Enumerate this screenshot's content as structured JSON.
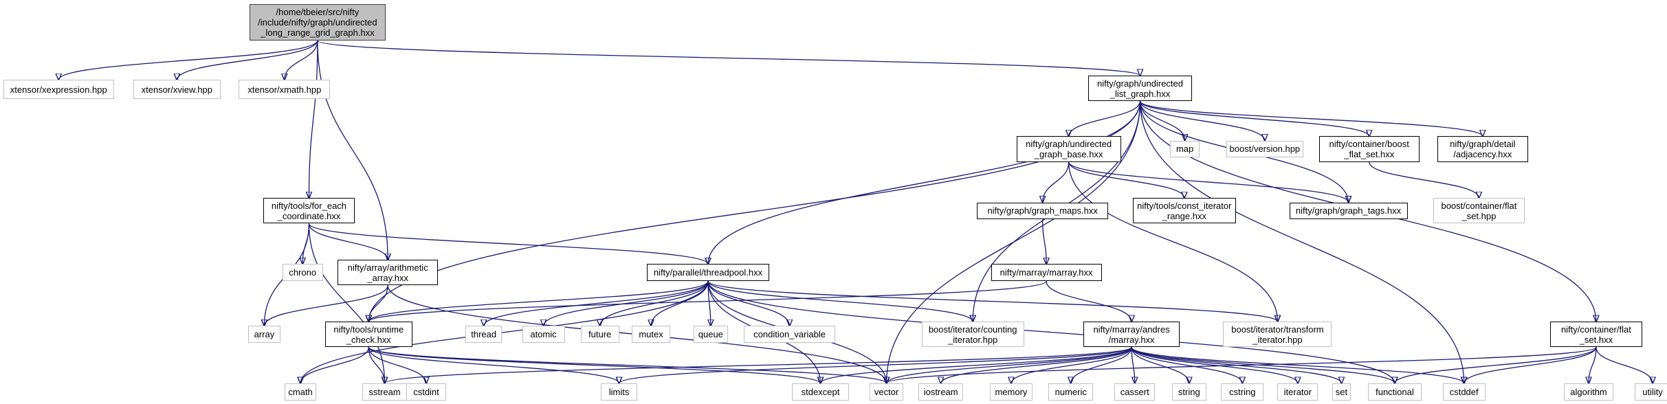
{
  "graph": {
    "edge_color": "#191970",
    "root_fill": "#bfbfbf",
    "nodes": [
      {
        "id": "root",
        "label": "/home/tbeier/src/nifty\n/include/nifty/graph/undirected\n_long_range_grid_graph.hxx",
        "style": "root"
      },
      {
        "id": "xexpr",
        "label": "xtensor/xexpression.hpp",
        "style": "weak"
      },
      {
        "id": "xview",
        "label": "xtensor/xview.hpp",
        "style": "weak"
      },
      {
        "id": "xmath",
        "label": "xtensor/xmath.hpp",
        "style": "weak"
      },
      {
        "id": "ulg",
        "label": "nifty/graph/undirected\n_list_graph.hxx",
        "style": "strong"
      },
      {
        "id": "ugb",
        "label": "nifty/graph/undirected\n_graph_base.hxx",
        "style": "strong"
      },
      {
        "id": "map",
        "label": "map",
        "style": "weak"
      },
      {
        "id": "bver",
        "label": "boost/version.hpp",
        "style": "weak"
      },
      {
        "id": "cbfs",
        "label": "nifty/container/boost\n_flat_set.hxx",
        "style": "strong"
      },
      {
        "id": "adj",
        "label": "nifty/graph/detail\n/adjacency.hxx",
        "style": "strong"
      },
      {
        "id": "gmaps",
        "label": "nifty/graph/graph_maps.hxx",
        "style": "strong"
      },
      {
        "id": "cir",
        "label": "nifty/tools/const_iterator\n_range.hxx",
        "style": "strong"
      },
      {
        "id": "gtags",
        "label": "nifty/graph/graph_tags.hxx",
        "style": "strong"
      },
      {
        "id": "bcfs",
        "label": "boost/container/flat\n_set.hpp",
        "style": "weak"
      },
      {
        "id": "fec",
        "label": "nifty/tools/for_each\n_coordinate.hxx",
        "style": "strong"
      },
      {
        "id": "chrono",
        "label": "chrono",
        "style": "weak"
      },
      {
        "id": "arith",
        "label": "nifty/array/arithmetic\n_array.hxx",
        "style": "strong"
      },
      {
        "id": "tp",
        "label": "nifty/parallel/threadpool.hxx",
        "style": "strong"
      },
      {
        "id": "marray",
        "label": "nifty/marray/marray.hxx",
        "style": "strong"
      },
      {
        "id": "array",
        "label": "array",
        "style": "weak"
      },
      {
        "id": "rc",
        "label": "nifty/tools/runtime\n_check.hxx",
        "style": "strong"
      },
      {
        "id": "thread",
        "label": "thread",
        "style": "weak"
      },
      {
        "id": "atomic",
        "label": "atomic",
        "style": "weak"
      },
      {
        "id": "future",
        "label": "future",
        "style": "weak"
      },
      {
        "id": "mutex",
        "label": "mutex",
        "style": "weak"
      },
      {
        "id": "queue",
        "label": "queue",
        "style": "weak"
      },
      {
        "id": "condvar",
        "label": "condition_variable",
        "style": "weak"
      },
      {
        "id": "bci",
        "label": "boost/iterator/counting\n_iterator.hpp",
        "style": "weak"
      },
      {
        "id": "andres",
        "label": "nifty/marray/andres\n/marray.hxx",
        "style": "strong"
      },
      {
        "id": "bti",
        "label": "boost/iterator/transform\n_iterator.hpp",
        "style": "weak"
      },
      {
        "id": "cfs",
        "label": "nifty/container/flat\n_set.hxx",
        "style": "strong"
      },
      {
        "id": "cmath",
        "label": "cmath",
        "style": "weak"
      },
      {
        "id": "sstream",
        "label": "sstream",
        "style": "weak"
      },
      {
        "id": "cstdint",
        "label": "cstdint",
        "style": "weak"
      },
      {
        "id": "limits",
        "label": "limits",
        "style": "weak"
      },
      {
        "id": "stdexcept",
        "label": "stdexcept",
        "style": "weak"
      },
      {
        "id": "vector",
        "label": "vector",
        "style": "weak"
      },
      {
        "id": "iostream",
        "label": "iostream",
        "style": "weak"
      },
      {
        "id": "memory",
        "label": "memory",
        "style": "weak"
      },
      {
        "id": "numeric",
        "label": "numeric",
        "style": "weak"
      },
      {
        "id": "cassert",
        "label": "cassert",
        "style": "weak"
      },
      {
        "id": "string",
        "label": "string",
        "style": "weak"
      },
      {
        "id": "cstring",
        "label": "cstring",
        "style": "weak"
      },
      {
        "id": "iterator",
        "label": "iterator",
        "style": "weak"
      },
      {
        "id": "set",
        "label": "set",
        "style": "weak"
      },
      {
        "id": "functional",
        "label": "functional",
        "style": "weak"
      },
      {
        "id": "cstddef",
        "label": "cstddef",
        "style": "weak"
      },
      {
        "id": "algorithm",
        "label": "algorithm",
        "style": "weak"
      },
      {
        "id": "utility",
        "label": "utility",
        "style": "weak"
      }
    ],
    "edges": [
      [
        "root",
        "xexpr"
      ],
      [
        "root",
        "xview"
      ],
      [
        "root",
        "xmath"
      ],
      [
        "root",
        "ulg"
      ],
      [
        "root",
        "fec"
      ],
      [
        "root",
        "arith"
      ],
      [
        "ulg",
        "ugb"
      ],
      [
        "ulg",
        "map"
      ],
      [
        "ulg",
        "bver"
      ],
      [
        "ulg",
        "cbfs"
      ],
      [
        "ulg",
        "adj"
      ],
      [
        "ulg",
        "gtags"
      ],
      [
        "ulg",
        "tp"
      ],
      [
        "ulg",
        "rc"
      ],
      [
        "ulg",
        "bci"
      ],
      [
        "ulg",
        "vector"
      ],
      [
        "ulg",
        "cstddef"
      ],
      [
        "ulg",
        "cfs"
      ],
      [
        "ugb",
        "gmaps"
      ],
      [
        "ugb",
        "cir"
      ],
      [
        "ugb",
        "gtags"
      ],
      [
        "ugb",
        "bti"
      ],
      [
        "cbfs",
        "bcfs"
      ],
      [
        "gmaps",
        "marray"
      ],
      [
        "fec",
        "chrono"
      ],
      [
        "fec",
        "array"
      ],
      [
        "fec",
        "arith"
      ],
      [
        "fec",
        "tp"
      ],
      [
        "fec",
        "sstream"
      ],
      [
        "arith",
        "array"
      ],
      [
        "arith",
        "rc"
      ],
      [
        "arith",
        "vector"
      ],
      [
        "tp",
        "rc"
      ],
      [
        "tp",
        "cmath"
      ],
      [
        "tp",
        "thread"
      ],
      [
        "tp",
        "atomic"
      ],
      [
        "tp",
        "future"
      ],
      [
        "tp",
        "mutex"
      ],
      [
        "tp",
        "queue"
      ],
      [
        "tp",
        "condvar"
      ],
      [
        "tp",
        "bci"
      ],
      [
        "tp",
        "bti"
      ],
      [
        "tp",
        "stdexcept"
      ],
      [
        "tp",
        "vector"
      ],
      [
        "tp",
        "functional"
      ],
      [
        "marray",
        "andres"
      ],
      [
        "marray",
        "rc"
      ],
      [
        "rc",
        "cmath"
      ],
      [
        "rc",
        "sstream"
      ],
      [
        "rc",
        "cstdint"
      ],
      [
        "rc",
        "limits"
      ],
      [
        "rc",
        "stdexcept"
      ],
      [
        "rc",
        "vector"
      ],
      [
        "andres",
        "sstream"
      ],
      [
        "andres",
        "limits"
      ],
      [
        "andres",
        "stdexcept"
      ],
      [
        "andres",
        "vector"
      ],
      [
        "andres",
        "iostream"
      ],
      [
        "andres",
        "memory"
      ],
      [
        "andres",
        "numeric"
      ],
      [
        "andres",
        "cassert"
      ],
      [
        "andres",
        "string"
      ],
      [
        "andres",
        "cstring"
      ],
      [
        "andres",
        "iterator"
      ],
      [
        "andres",
        "set"
      ],
      [
        "andres",
        "functional"
      ],
      [
        "andres",
        "cstddef"
      ],
      [
        "cfs",
        "vector"
      ],
      [
        "cfs",
        "functional"
      ],
      [
        "cfs",
        "cstddef"
      ],
      [
        "cfs",
        "algorithm"
      ],
      [
        "cfs",
        "utility"
      ]
    ]
  }
}
